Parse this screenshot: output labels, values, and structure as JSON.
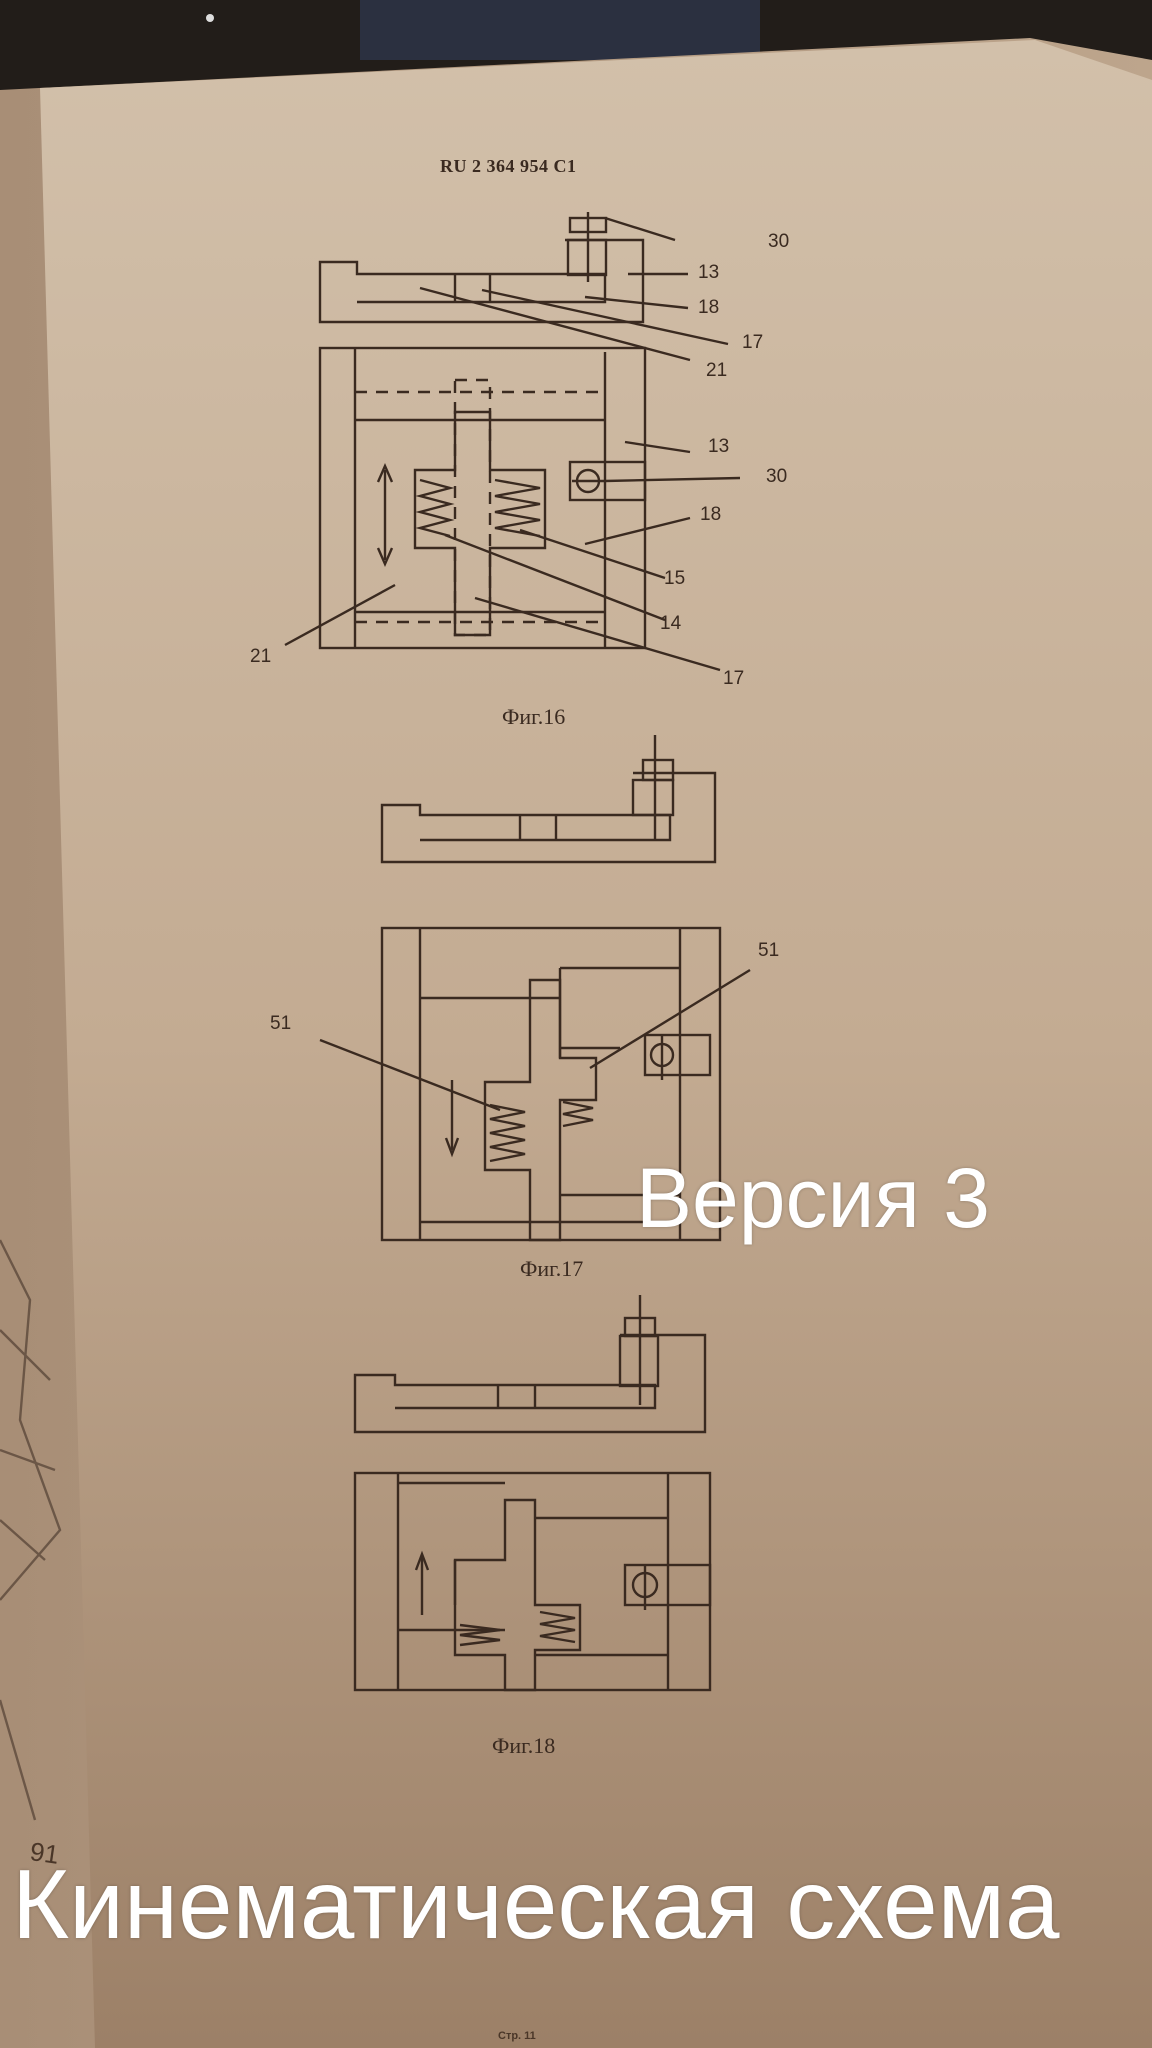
{
  "document": {
    "header": "RU  2 364 954  C1",
    "figures": [
      {
        "caption": "Фиг.16",
        "labels": [
          "30",
          "13",
          "18",
          "17",
          "21",
          "13",
          "30",
          "18",
          "15",
          "14",
          "17",
          "21"
        ]
      },
      {
        "caption": "Фиг.17",
        "labels": [
          "51",
          "51"
        ]
      },
      {
        "caption": "Фиг.18",
        "labels": []
      }
    ],
    "page_number": "Стр. 11",
    "side_page_number": "91"
  },
  "overlay": {
    "version_text": "Версия 3",
    "title_text": "Кинематическая схема"
  },
  "colors": {
    "paper": "#c8b39c",
    "ink": "#3a2a20",
    "overlay_text": "#ffffff"
  }
}
